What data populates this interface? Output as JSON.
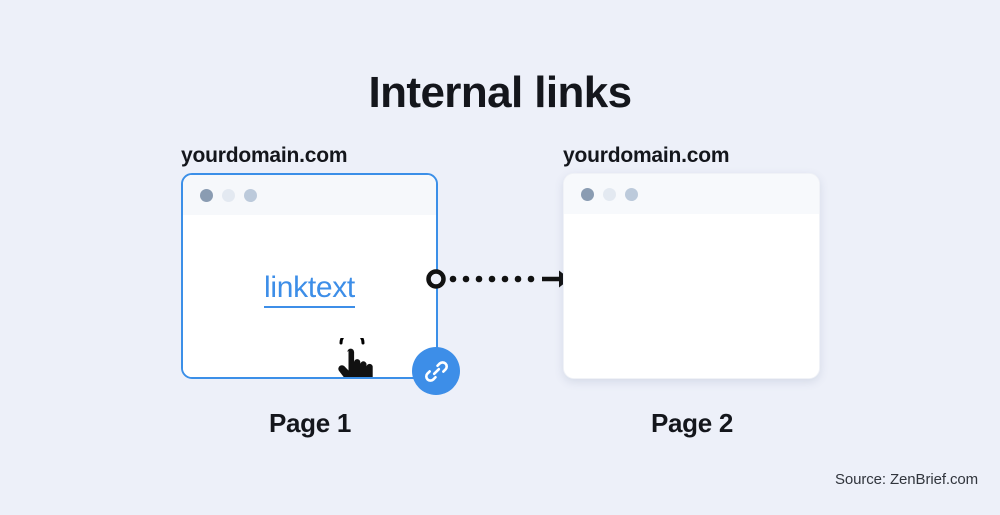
{
  "title": "Internal links",
  "background_color": "#edf0f9",
  "accent_color": "#3d8ee8",
  "windows": [
    {
      "domain_label": "yourdomain.com",
      "page_label": "Page 1",
      "link_text": "linktext",
      "highlighted": true,
      "dots": [
        "dot-1",
        "dot-2",
        "dot-3"
      ]
    },
    {
      "domain_label": "yourdomain.com",
      "page_label": "Page 2",
      "link_text": "",
      "highlighted": false,
      "dots": [
        "dot-1",
        "dot-2",
        "dot-3"
      ]
    }
  ],
  "icons": {
    "link_badge": "link-chain-icon",
    "cursor": "pointing-hand-cursor-icon",
    "connector": "dotted-arrow-icon"
  },
  "source": "Source: ZenBrief.com"
}
